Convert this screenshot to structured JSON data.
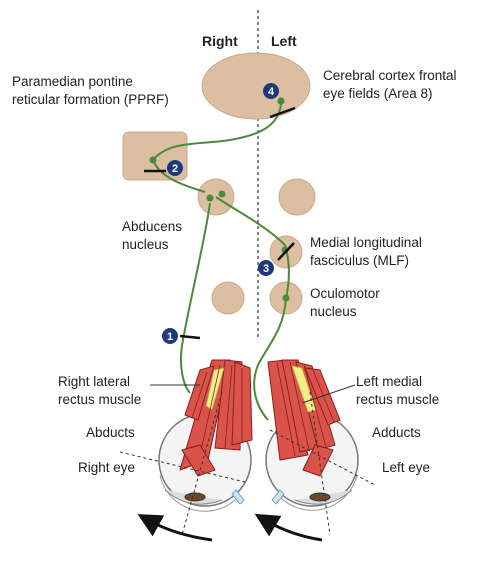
{
  "headers": {
    "right": "Right",
    "left": "Left"
  },
  "labels": {
    "pprf": [
      "Paramedian pontine",
      "reticular formation (PPRF)"
    ],
    "cortex": [
      "Cerebral cortex frontal",
      "eye fields (Area 8)"
    ],
    "abducens": [
      "Abducens",
      "nucleus"
    ],
    "mlf": [
      "Medial longitudinal",
      "fasciculus (MLF)"
    ],
    "oculomotor": [
      "Oculomotor",
      "nucleus"
    ],
    "right_lateral_rectus": [
      "Right lateral",
      "rectus muscle"
    ],
    "left_medial_rectus": [
      "Left medial",
      "rectus muscle"
    ],
    "abducts": "Abducts",
    "adducts": "Adducts",
    "right_eye": "Right eye",
    "left_eye": "Left eye"
  },
  "badges": [
    "1",
    "2",
    "3",
    "4"
  ],
  "colors": {
    "nucleus": "#dcbfa3",
    "nerve": "#4a8a3a",
    "badge": "#1f3a7a",
    "muscle": "#d9534a"
  }
}
